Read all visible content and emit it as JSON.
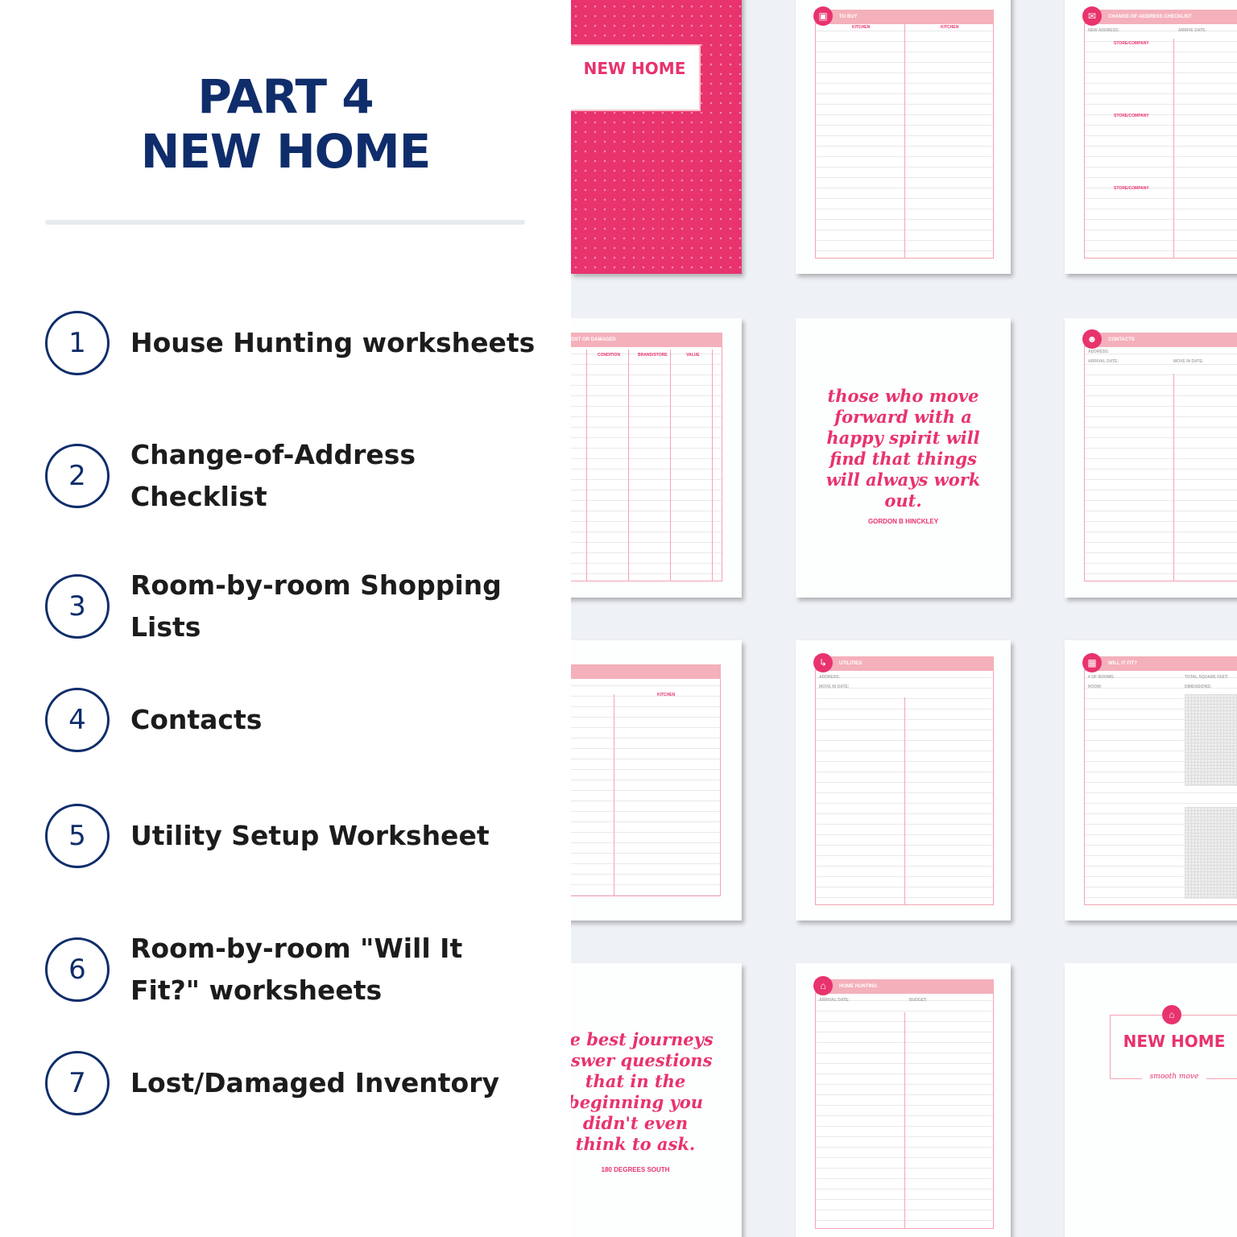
{
  "heading": {
    "line1": "PART 4",
    "line2": "NEW HOME"
  },
  "items": [
    {
      "num": "1",
      "label": "House Hunting worksheets"
    },
    {
      "num": "2",
      "label": "Change-of-Address Checklist"
    },
    {
      "num": "3",
      "label": "Room-by-room Shopping Lists"
    },
    {
      "num": "4",
      "label": "Contacts"
    },
    {
      "num": "5",
      "label": "Utility Setup Worksheet"
    },
    {
      "num": "6",
      "label": "Room-by-room \"Will It Fit?\" worksheets"
    },
    {
      "num": "7",
      "label": "Lost/Damaged Inventory"
    }
  ],
  "colors": {
    "navy": "#0f2d6b",
    "pink": "#e8336d",
    "light_pink": "#f4b0bb",
    "grid_bg": "#eef1f5"
  },
  "pages": {
    "cover": {
      "title": "NEW HOME"
    },
    "to_buy": {
      "title": "TO BUY",
      "col1": "KITCHEN",
      "col2": "KITCHEN",
      "icon": "shopping-bag-icon"
    },
    "change_address": {
      "title": "CHANGE-OF-ADDRESS CHECKLIST",
      "field1": "NEW ADDRESS:",
      "field2": "ARRIVE DATE:",
      "col": "STORE/COMPANY",
      "icon": "envelope-icon"
    },
    "lost": {
      "title": "OST OR DAMAGED",
      "c1": "CONDITION",
      "c2": "BRAND/STORE",
      "c3": "VALUE"
    },
    "quote1": {
      "text": "those who move\nforward with a\nhappy spirit will\nfind that things\nwill always work\nout.",
      "author": "GORDON B HINCKLEY"
    },
    "contacts": {
      "title": "CONTACTS",
      "field1": "ADDRESS:",
      "field2": "ARRIVAL DATE:",
      "field3": "MOVE IN DATE:",
      "icon": "people-icon"
    },
    "shopping": {
      "col": "KITCHEN"
    },
    "utilities": {
      "title": "UTILITIES",
      "field1": "ADDRESS:",
      "field2": "MOVE IN DATE:",
      "icon": "faucet-icon"
    },
    "will_fit": {
      "title": "WILL IT FIT?",
      "field1": "# OF ROOMS:",
      "field2": "TOTAL SQUARE FEET:",
      "field3": "ROOM:",
      "field4": "DIMENSIONS:",
      "icon": "armchair-icon"
    },
    "quote2": {
      "text": "he best journeys\nnswer questions\nthat in the\nbeginning you\ndidn't even\nthink to ask.",
      "author": "180 DEGREES SOUTH"
    },
    "home_hunting": {
      "title": "HOME HUNTING",
      "field1": "ARRIVAL DATE:",
      "field2": "BUDGET:",
      "icon": "house-icon"
    },
    "back_cover": {
      "title": "NEW HOME",
      "subtitle": "smooth move",
      "icon": "house-icon"
    }
  }
}
